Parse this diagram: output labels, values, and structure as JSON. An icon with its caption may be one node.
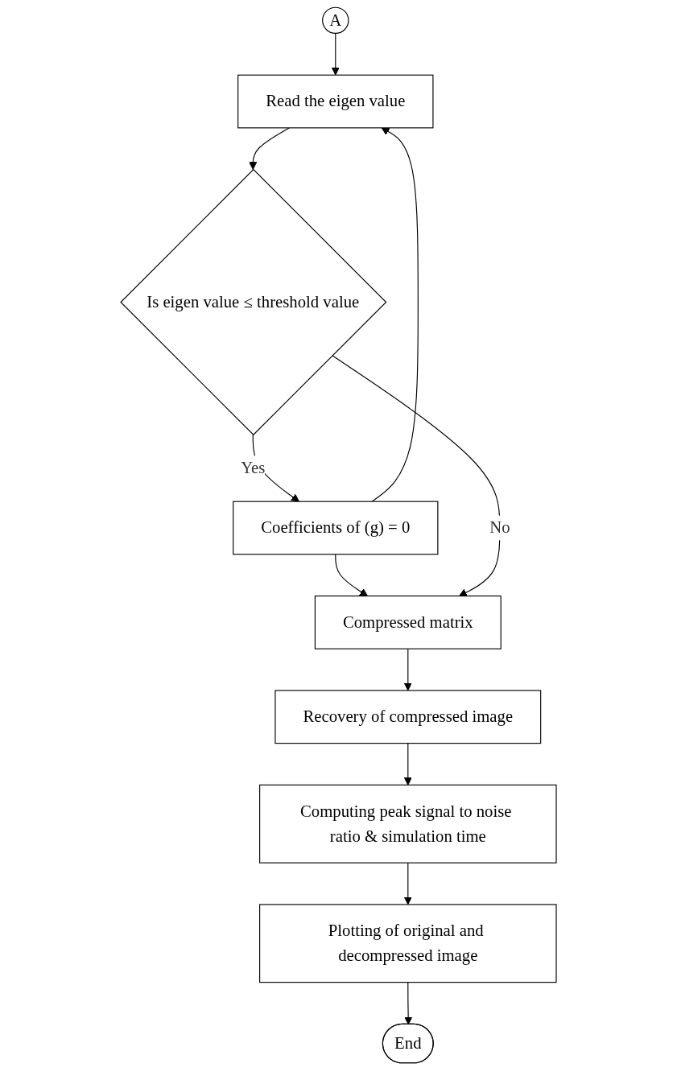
{
  "diagram": {
    "nodes": [
      {
        "text": [
          "A"
        ]
      },
      {
        "text": [
          "Read the eigen value"
        ]
      },
      {
        "text": [
          "Is eigen value ≤ threshold value"
        ]
      },
      {
        "text": [
          "Coefficients of (g) = 0"
        ]
      },
      {
        "text": [
          "Compressed matrix"
        ]
      },
      {
        "text": [
          "Recovery of compressed image"
        ]
      },
      {
        "text": [
          "Computing peak signal to noise ratio & simulation time"
        ]
      },
      {
        "text": [
          "Plotting of original and decompressed image"
        ]
      },
      {
        "text": [
          "End"
        ]
      }
    ],
    "edges": [
      {
        "from": 0,
        "to": 1,
        "arrow": "to"
      },
      {
        "from": 1,
        "to": 2,
        "arrow": "to"
      },
      {
        "from": 2,
        "to": 3,
        "label": "Yes",
        "arrow": "to"
      },
      {
        "from": 3,
        "to": 1,
        "arrow": "to"
      },
      {
        "from": 3,
        "to": 4,
        "arrow": "to"
      },
      {
        "from": 2,
        "to": 4,
        "label": "No",
        "arrow": "to"
      },
      {
        "from": 4,
        "to": 5,
        "arrow": "to"
      },
      {
        "from": 5,
        "to": 6,
        "arrow": "to"
      },
      {
        "from": 6,
        "to": 7,
        "arrow": "to"
      },
      {
        "from": 7,
        "to": 8,
        "arrow": "to"
      }
    ]
  }
}
